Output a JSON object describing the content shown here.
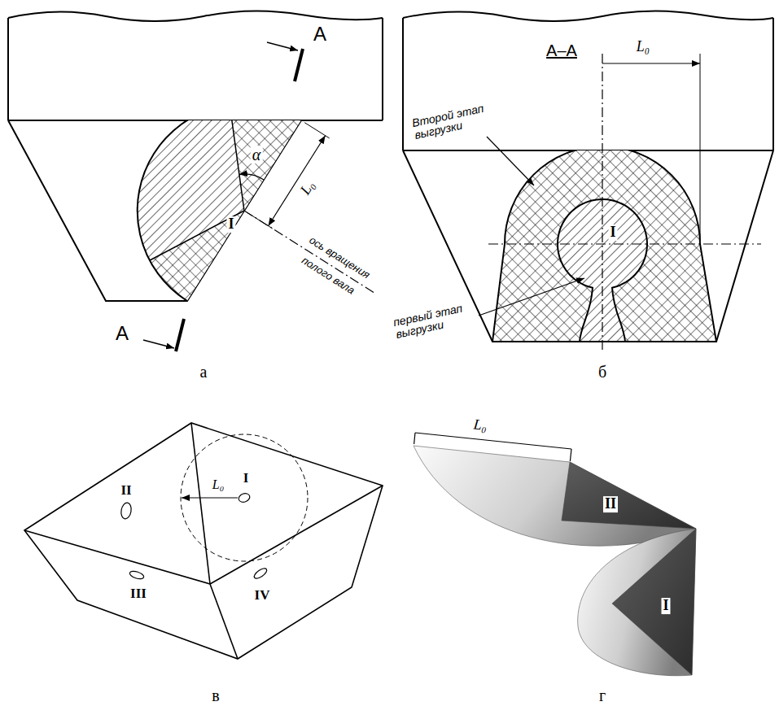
{
  "diagram": {
    "labels": [
      "A",
      "A",
      "α",
      "I",
      "L₀",
      "ось вращения",
      "полого вала",
      "а",
      "A–A",
      "L₀",
      "Второй этап выгрузки",
      "первый этап выгрузки",
      "I",
      "б",
      "II",
      "L₀",
      "I",
      "III",
      "IV",
      "в",
      "L₀",
      "II",
      "I",
      "г"
    ]
  }
}
